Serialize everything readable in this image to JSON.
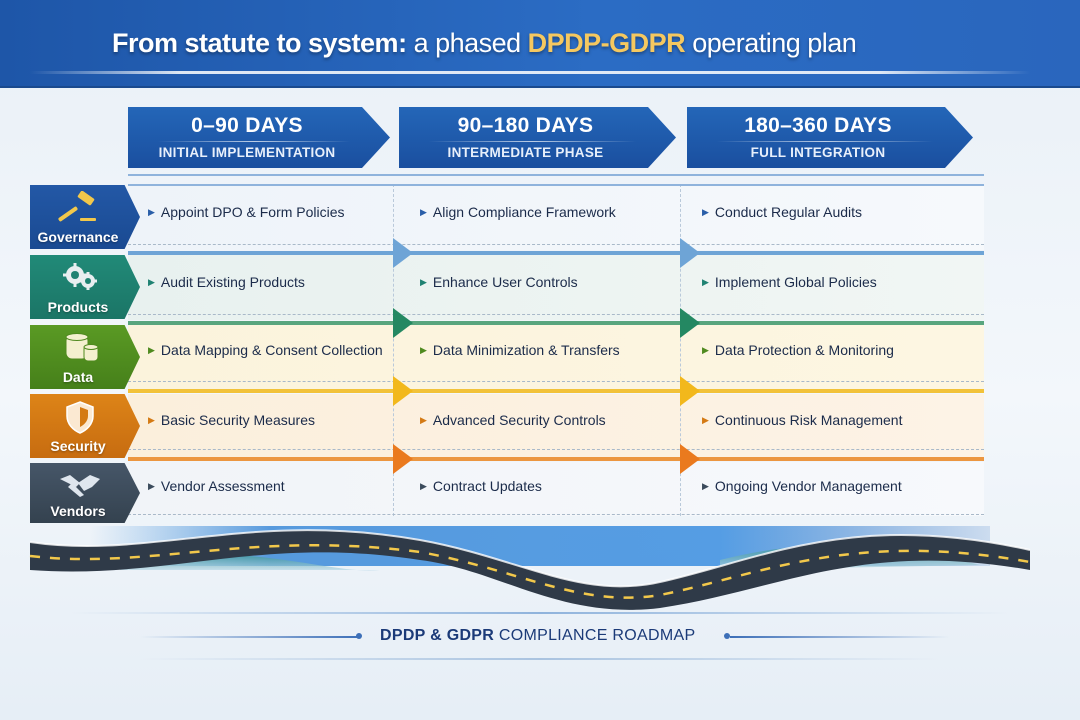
{
  "header": {
    "title_part1": "From statute to system:",
    "title_part2": " a phased ",
    "title_accent": "DPDP-GDPR",
    "title_part3": " operating plan"
  },
  "phases": [
    {
      "days": "0–90 DAYS",
      "label": "INITIAL IMPLEMENTATION"
    },
    {
      "days": "90–180 DAYS",
      "label": "INTERMEDIATE PHASE"
    },
    {
      "days": "180–360 DAYS",
      "label": "FULL INTEGRATION"
    }
  ],
  "categories": [
    {
      "name": "Governance",
      "icon": "gavel-icon",
      "color": "#1d4f9c",
      "items": [
        "Appoint DPO & Form Policies",
        "Align Compliance Framework",
        "Conduct Regular Audits"
      ]
    },
    {
      "name": "Products",
      "icon": "gears-icon",
      "color": "#1f8272",
      "items": [
        "Audit Existing Products",
        "Enhance User Controls",
        "Implement Global Policies"
      ]
    },
    {
      "name": "Data",
      "icon": "database-icon",
      "color": "#4f8a1f",
      "items": [
        "Data Mapping & Consent Collection",
        "Data Minimization & Transfers",
        "Data Protection & Monitoring"
      ]
    },
    {
      "name": "Security",
      "icon": "shield-icon",
      "color": "#d47a14",
      "items": [
        "Basic Security Measures",
        "Advanced Security Controls",
        "Continuous Risk Management"
      ]
    },
    {
      "name": "Vendors",
      "icon": "handshake-icon",
      "color": "#3b4b5c",
      "items": [
        "Vendor Assessment",
        "Contract Updates",
        "Ongoing Vendor Management"
      ]
    }
  ],
  "band_colors": [
    "#6ea4d6",
    "#2a8a66",
    "#f2b81c",
    "#ea7a1e"
  ],
  "footer": {
    "bold": "DPDP & GDPR",
    "rest": " COMPLIANCE ROADMAP"
  }
}
